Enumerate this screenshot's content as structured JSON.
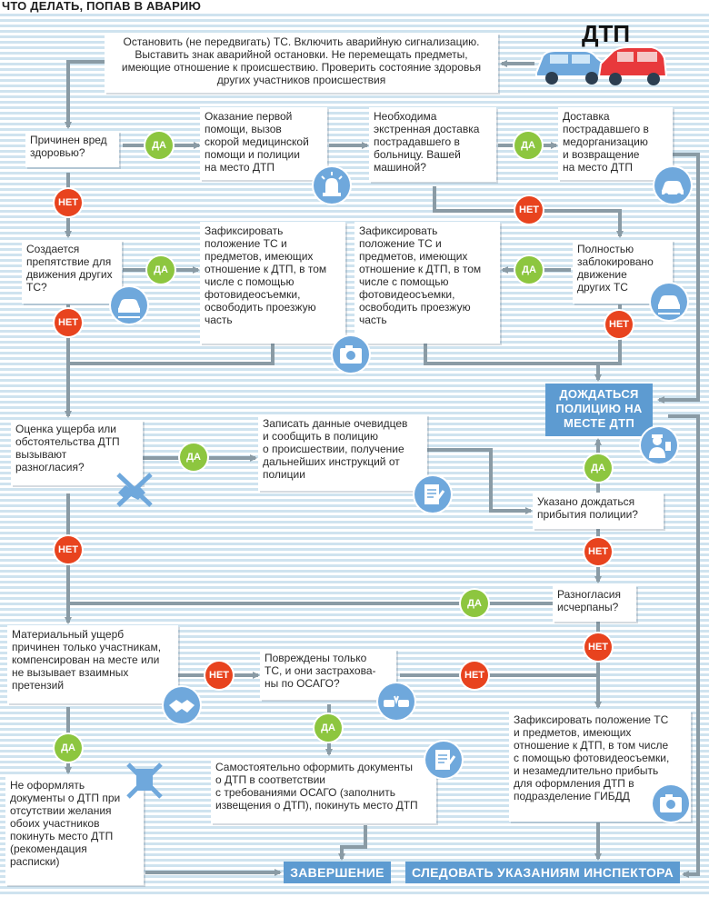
{
  "title": "ЧТО ДЕЛАТЬ, ПОПАВ В АВАРИЮ",
  "dtp": "ДТП",
  "labels": {
    "yes": "ДА",
    "no": "НЕТ"
  },
  "colors": {
    "yes": "#8dc63f",
    "no": "#e8431e",
    "blue": "#5d9bd1",
    "line": "#8a9ba5"
  },
  "boxes": {
    "start": "Остановить (не передвигать) ТС. Включить аварийную сигнализацию.\nВыставить знак аварийной остановки. Не перемещать предметы,\nимеющие отношение к происшествию. Проверить состояние здоровья\nдругих участников происшествия",
    "harm": "Причинен вред\nздоровью?",
    "first_aid": "Оказание первой\nпомощи, вызов\nскорой медицинской\nпомощи и полиции\nна место ДТП",
    "urgent": "Необходима\nэкстренная доставка\nпострадавшего в\nбольницу. Вашей\nмашиной?",
    "deliver": "Доставка\nпострадавшего в\nмедорганизацию\nи возвращение\nна место ДТП",
    "obstacle": "Создается\nпрепятствие для\nдвижения других\nТС?",
    "fix1": "Зафиксировать\nположение ТС и\nпредметов, имеющих\nотношение к ДТП, в том\nчисле с помощью\nфотовидеосъемки,\nосвободить проезжую\nчасть",
    "fix2": "Зафиксировать\nположение ТС и\nпредметов, имеющих\nотношение к ДТП, в том\nчисле с помощью\nфотовидеосъемки,\nосвободить проезжую\nчасть",
    "blocked": "Полностью\nзаблокировано\nдвижение\nдругих ТС",
    "wait_police": "ДОЖДАТЬСЯ\nПОЛИЦИЮ НА\nМЕСТЕ ДТП",
    "disagree": "Оценка ущерба или\nобстоятельства ДТП\nвызывают\nразногласия?",
    "witnesses": "Записать данные очевидцев\nи сообщить в полицию\nо происшествии, получение\nдальнейших инструкций от\nполиции",
    "told_wait": "Указано дождаться\nприбытия полиции?",
    "resolved": "Разногласия\nисчерпаны?",
    "material": "Материальный ущерб\nпричинен только участникам,\nкомпенсирован на месте или\nне вызывает взаимных\nпретензий",
    "osago": "Повреждены только\nТС, и они застрахова-\nны по ОСАГО?",
    "self_docs": "Самостоятельно оформить документы\nо ДТП в соответствии\nс требованиями ОСАГО (заполнить\nизвещения о ДТП), покинуть место ДТП",
    "fix3": "Зафиксировать положение ТС\nи предметов, имеющих\nотношение к ДТП, в том числе\nс помощью фотовидеосъемки,\nи незамедлительно прибыть\nдля оформления ДТП в\nподразделение ГИБДД",
    "no_docs": "Не оформлять\nдокументы о ДТП при\nотсутствии желания\nобоих участников\nпокинуть место ДТП\n(рекомендация\nрасписки)",
    "finish": "ЗАВЕРШЕНИЕ",
    "follow": "СЛЕДОВАТЬ УКАЗАНИЯМ ИНСПЕКТОРА"
  },
  "icons": [
    "ambulance-siren-icon",
    "car-icon",
    "camera-icon",
    "police-officer-icon",
    "document-pen-icon",
    "handshake-icon",
    "car-crash-icon",
    "crossed-out-icon"
  ]
}
